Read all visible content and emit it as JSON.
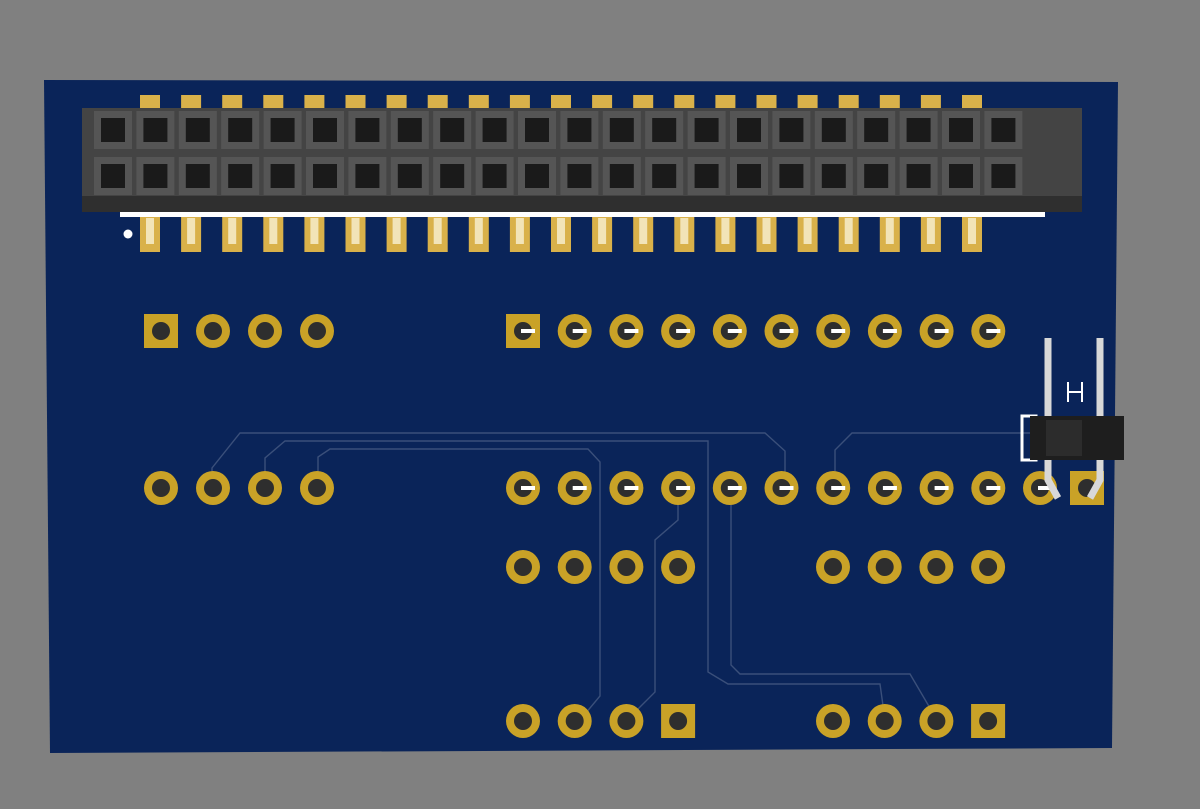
{
  "colors": {
    "background": "#808080",
    "board": "#0a2459",
    "board_edge": "#0d2a66",
    "trace": "#3a4f7a",
    "pad": "#c9a227",
    "pad_hole": "#2e2e2e",
    "header_body": "#444444",
    "header_slot": "#1a1a1a",
    "pin_gold": "#d9b14a",
    "silkscreen": "#ffffff",
    "jumper_body": "#1e1e1e",
    "jumper_pin": "#d8d8d8"
  },
  "board": {
    "connector": {
      "type": "2x22 female pin header",
      "rows": 2,
      "columns": 22
    },
    "jumper": {
      "type": "1x2 right-angle pin header"
    },
    "pad_groups": [
      {
        "name": "top-left-row",
        "count": 4,
        "square_first": true
      },
      {
        "name": "top-right-row",
        "count": 10,
        "square_first": true
      },
      {
        "name": "middle-left-row",
        "count": 4,
        "square_first": false
      },
      {
        "name": "middle-right-row",
        "count": 12,
        "square_last": true
      },
      {
        "name": "lower-left-row",
        "count": 4,
        "square_first": false
      },
      {
        "name": "lower-right-row",
        "count": 4,
        "square_first": false
      },
      {
        "name": "bottom-left-row",
        "count": 4,
        "square_last": true
      },
      {
        "name": "bottom-right-row",
        "count": 4,
        "square_last": true
      }
    ]
  }
}
